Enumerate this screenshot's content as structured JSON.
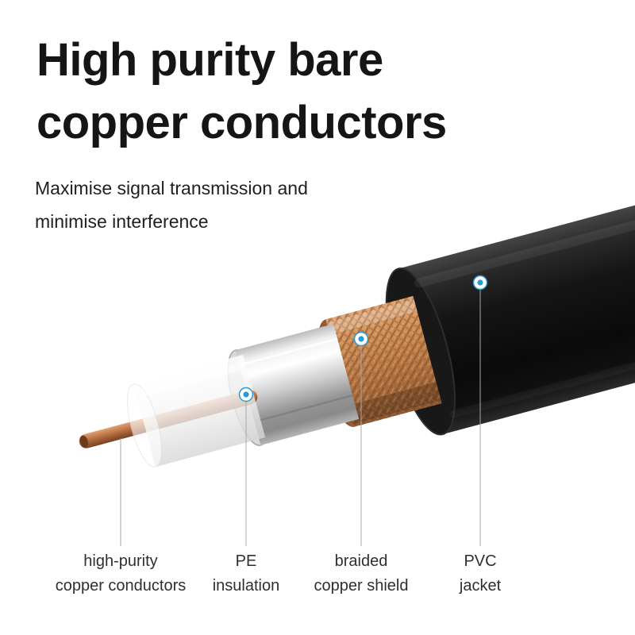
{
  "page": {
    "background": "#ffffff"
  },
  "header": {
    "title_line1": "High purity bare",
    "title_line2": "copper conductors",
    "subtitle_line1": "Maximise signal transmission and",
    "subtitle_line2": "minimise interference"
  },
  "callouts": [
    {
      "line1": "high-purity",
      "line2": "copper conductors"
    },
    {
      "line1": "PE",
      "line2": "insulation"
    },
    {
      "line1": "braided",
      "line2": "copper shield"
    },
    {
      "line1": "PVC",
      "line2": "jacket"
    }
  ],
  "colors": {
    "accent_marker_blue": "#2a9ad6",
    "copper_conductor": "#b06a42",
    "insulation_white": "#f2f2f2",
    "foil_silver": "#c6c6c6",
    "braid_copper": "#b87744",
    "jacket_black": "#111111",
    "leader_line_gray": "#a8a8a8",
    "title_text": "#151515",
    "label_text": "#2f2f2f"
  }
}
